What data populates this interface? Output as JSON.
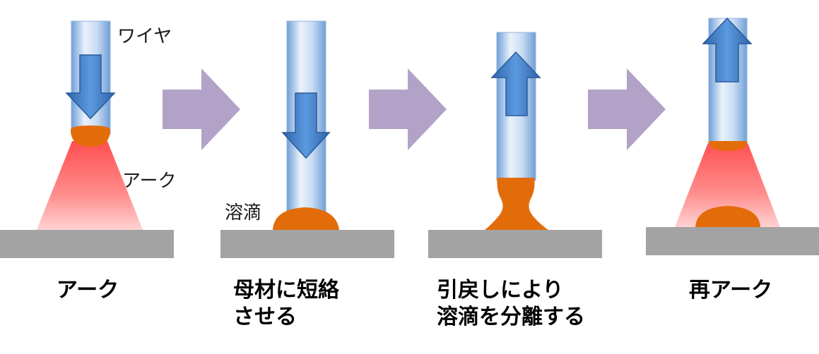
{
  "labels": {
    "wire": "ワイヤ",
    "arc": "アーク",
    "droplet": "溶滴"
  },
  "captions": {
    "step1": [
      "アーク"
    ],
    "step2": [
      "母材に短絡",
      "させる"
    ],
    "step3": [
      "引戻しにより",
      "溶滴を分離する"
    ],
    "step4": [
      "再アーク"
    ]
  },
  "colors": {
    "base_metal": "#a3a3a3",
    "droplet": "#e36c0a",
    "arc_core": "#ff5a5a",
    "wire_light": "#eaf2fb",
    "wire_mid": "#a9c6e8",
    "arrow_blue": "#3a78c4",
    "step_arrow": "#b3a2c7"
  }
}
